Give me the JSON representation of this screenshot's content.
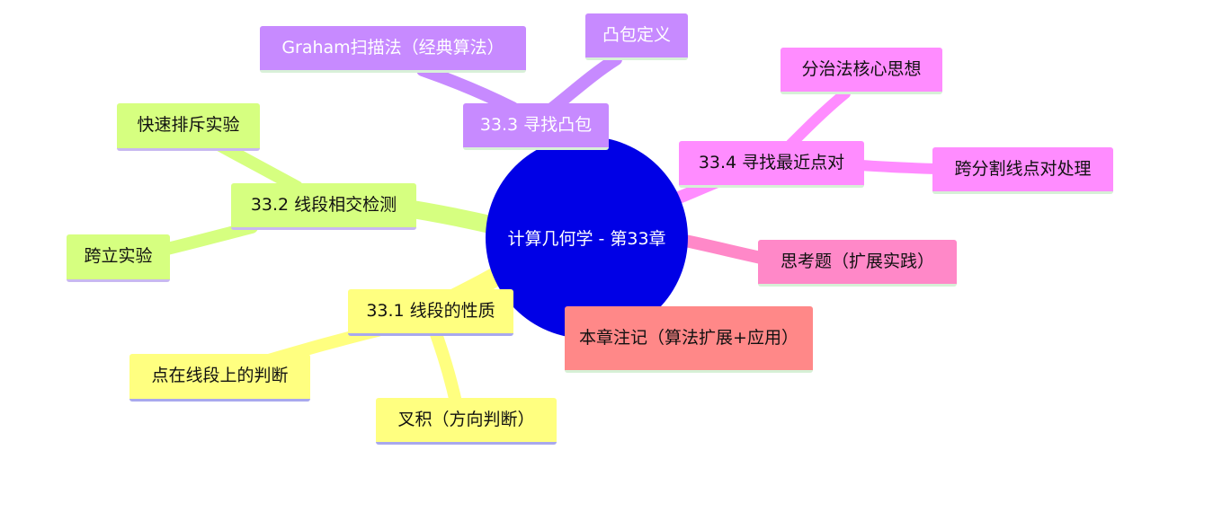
{
  "mindmap": {
    "center": "计算几何学 - 第33章",
    "branches": {
      "b331": {
        "label": "33.1 线段的性质",
        "children": [
          "点在线段上的判断",
          "叉积（方向判断）"
        ]
      },
      "b332": {
        "label": "33.2 线段相交检测",
        "children": [
          "快速排斥实验",
          "跨立实验"
        ]
      },
      "b333": {
        "label": "33.3 寻找凸包",
        "children": [
          "Graham扫描法（经典算法）",
          "凸包定义"
        ]
      },
      "b334": {
        "label": "33.4 寻找最近点对",
        "children": [
          "分治法核心思想",
          "跨分割线点对处理"
        ]
      },
      "think": {
        "label": "思考题（扩展实践）"
      },
      "notes": {
        "label": "本章注记（算法扩展+应用）"
      }
    },
    "colors": {
      "center": "#0000e6",
      "yellow": "#ffff80",
      "green": "#d6ff80",
      "purple": "#c78aff",
      "pink": "#ff8cff",
      "rose": "#ff88c8",
      "salmon": "#ff8888"
    }
  }
}
